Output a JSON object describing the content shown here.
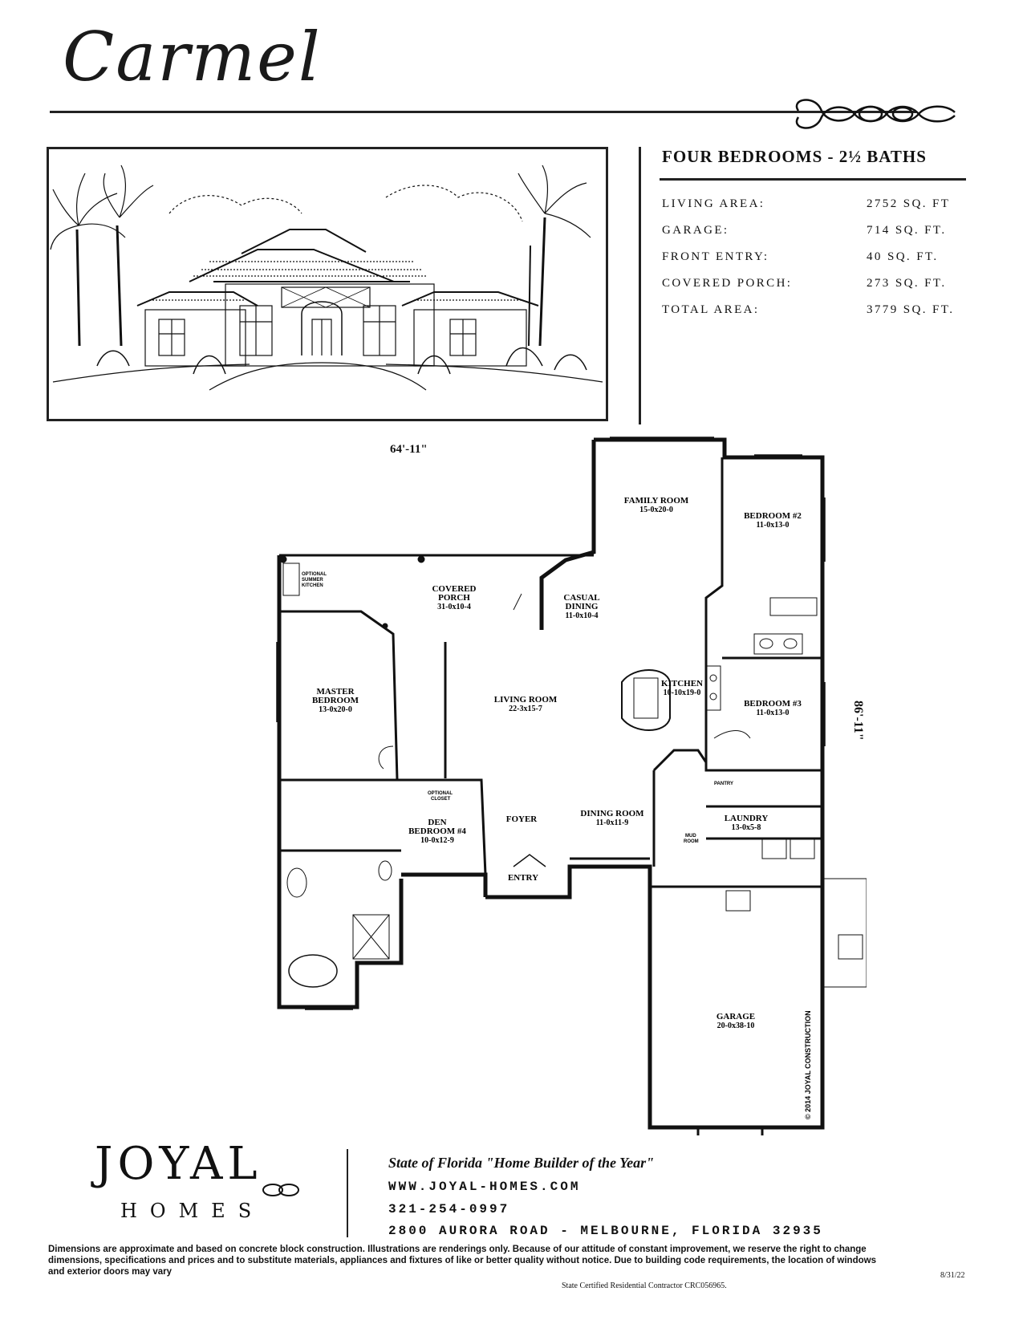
{
  "title": "Carmel",
  "specs": {
    "heading": "FOUR BEDROOMS - 2½ BATHS",
    "rows": [
      {
        "label": "LIVING AREA:",
        "value": "2752 SQ. FT"
      },
      {
        "label": "GARAGE:",
        "value": "714 SQ. FT."
      },
      {
        "label": "FRONT ENTRY:",
        "value": "40 SQ. FT."
      },
      {
        "label": "COVERED PORCH:",
        "value": "273 SQ. FT."
      },
      {
        "label": "TOTAL AREA:",
        "value": "3779 SQ. FT."
      }
    ]
  },
  "plan": {
    "width_dim": "64'-11\"",
    "height_dim": "86'-11\"",
    "copyright": "© 2014 JOYAL CONSTRUCTION",
    "rooms": {
      "family": {
        "name": "FAMILY ROOM",
        "size": "15-0x20-0"
      },
      "bed2": {
        "name": "BEDROOM #2",
        "size": "11-0x13-0"
      },
      "porch": {
        "name": "COVERED",
        "name2": "PORCH",
        "size": "31-0x10-4"
      },
      "casual": {
        "name": "CASUAL",
        "name2": "DINING",
        "size": "11-0x10-4"
      },
      "outdoor": {
        "l1": "OPTIONAL",
        "l2": "SUMMER",
        "l3": "KITCHEN"
      },
      "master": {
        "name": "MASTER",
        "name2": "BEDROOM",
        "size": "13-0x20-0"
      },
      "living": {
        "name": "LIVING ROOM",
        "size": "22-3x15-7"
      },
      "kitchen": {
        "name": "KITCHEN",
        "size": "10-10x19-0"
      },
      "bed3": {
        "name": "BEDROOM #3",
        "size": "11-0x13-0"
      },
      "pantry": {
        "name": "PANTRY"
      },
      "laundry": {
        "name": "LAUNDRY",
        "size": "13-0x5-8"
      },
      "mud": {
        "l1": "MUD",
        "l2": "ROOM"
      },
      "optcloset": {
        "l1": "OPTIONAL",
        "l2": "CLOSET"
      },
      "den": {
        "name": "DEN",
        "name2": "BEDROOM #4",
        "size": "10-0x12-9"
      },
      "foyer": {
        "name": "FOYER"
      },
      "dining": {
        "name": "DINING ROOM",
        "size": "11-0x11-9"
      },
      "entry": {
        "name": "ENTRY"
      },
      "garage": {
        "name": "GARAGE",
        "size": "20-0x38-10"
      }
    }
  },
  "footer": {
    "logo_main": "JOYAL",
    "logo_sub": "HOMES",
    "tagline": "State of Florida \"Home Builder of the Year\"",
    "website": "WWW.JOYAL-HOMES.COM",
    "phone": "321-254-0997",
    "address": "2800 AURORA ROAD - MELBOURNE, FLORIDA 32935",
    "disclaimer": "Dimensions are approximate and based on concrete block construction. Illustrations are renderings only. Because of our attitude of constant improvement, we reserve the right to change dimensions, specifications and prices and to substitute materials, appliances and fixtures of like or better quality without notice. Due to building code requirements, the location of windows and exterior doors may vary",
    "license": "State Certified Residential Contractor CRC056965.",
    "date_code": "8/31/22"
  }
}
